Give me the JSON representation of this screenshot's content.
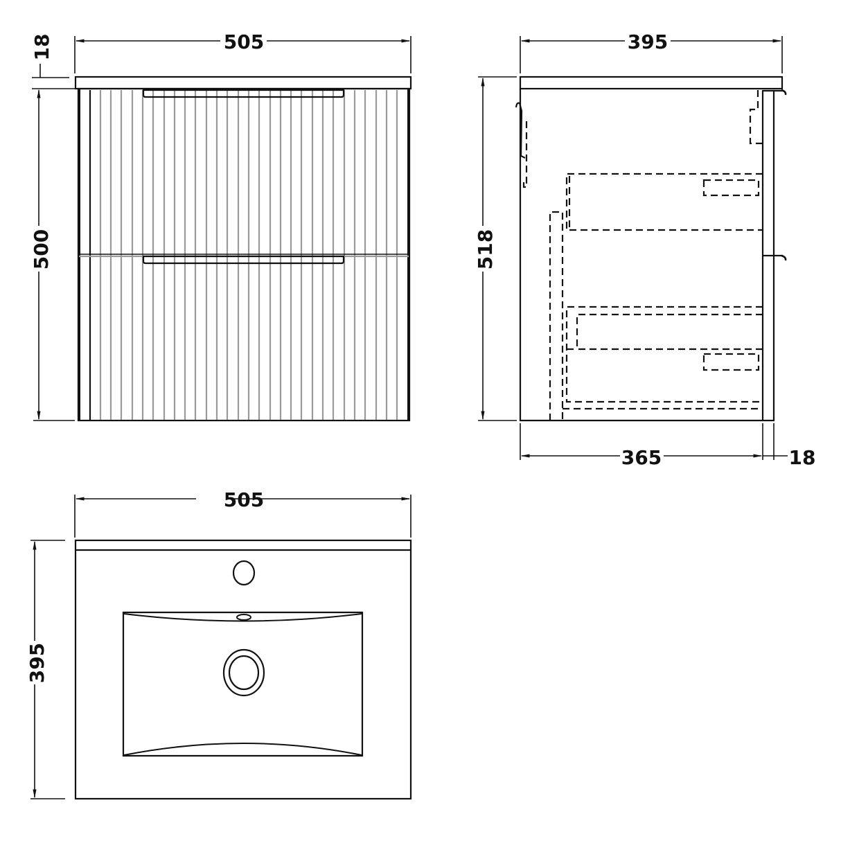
{
  "diagram": {
    "type": "technical-drawing",
    "subject": "wall-hung vanity unit with two fluted drawers and basin",
    "colors": {
      "line": "#111111",
      "slat": "#9a9a9a",
      "background": "#ffffff"
    },
    "views": {
      "front": {
        "name": "Front elevation",
        "dimensions": {
          "width": "505",
          "worktop_thickness": "18",
          "body_height": "500"
        },
        "drawers": 2,
        "slat_count": 30
      },
      "side": {
        "name": "Side elevation",
        "dimensions": {
          "overall_depth": "395",
          "overall_height": "518",
          "body_depth": "365",
          "front_thickness": "18"
        }
      },
      "top": {
        "name": "Plan view (basin)",
        "dimensions": {
          "width": "505",
          "depth": "395"
        },
        "features": [
          "tap hole",
          "overflow",
          "waste outlet"
        ]
      }
    }
  }
}
